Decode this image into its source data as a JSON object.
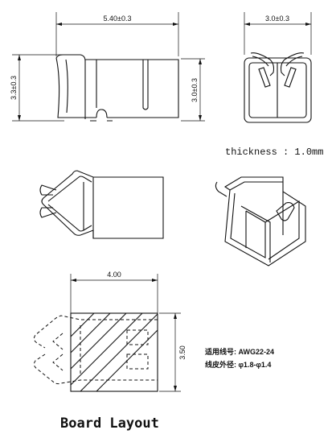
{
  "dimensions": {
    "side_width": "5.40±0.3",
    "side_height": "3.3±0.3",
    "side_inner_height": "3.0±0.3",
    "front_width": "3.0±0.3",
    "board_width": "4.00",
    "board_height": "3.50"
  },
  "thickness_note": "thickness : 1.0mm",
  "wire_spec": {
    "gauge": "适用线号: AWG22-24",
    "diameter": "线皮外径: φ1.8-φ1.4"
  },
  "board_layout_title": "Board Layout"
}
